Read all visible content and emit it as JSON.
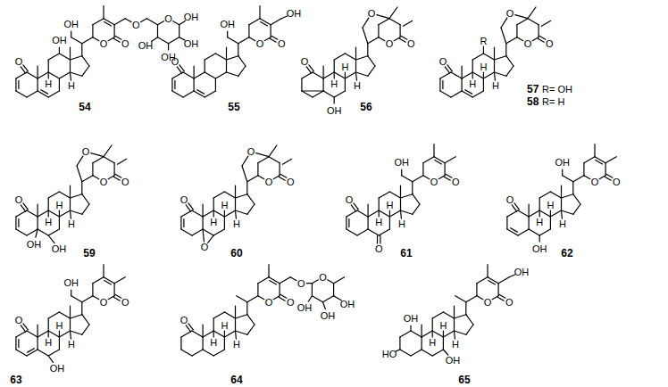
{
  "diagram": {
    "labels": [
      "O",
      "OH",
      "OH",
      "O",
      "O",
      "O",
      "O",
      "OH",
      "OH",
      "OH",
      "OH",
      "H",
      "H",
      "54",
      "O",
      "OH",
      "O",
      "O",
      "OH",
      "55",
      "O",
      "OH",
      "H",
      "H",
      "H",
      "O",
      "O",
      "O",
      "56",
      "O",
      "R",
      "H",
      "H",
      "H",
      "O",
      "O",
      "O",
      "57",
      "R= OH",
      "58",
      "R= H",
      "O",
      "OH",
      "OH",
      "H",
      "H",
      "H",
      "O",
      "O",
      "O",
      "59",
      "O",
      "O",
      "H",
      "H",
      "H",
      "O",
      "O",
      "O",
      "60",
      "O",
      "O",
      "H",
      "H",
      "H",
      "OH",
      "O",
      "O",
      "61",
      "O",
      "OH",
      "H",
      "H",
      "H",
      "OH",
      "O",
      "O",
      "62",
      "O",
      "OH",
      "H",
      "H",
      "H",
      "OH",
      "O",
      "O",
      "63",
      "O",
      "H",
      "H",
      "H",
      "O",
      "O",
      "O",
      "O",
      "OH",
      "OH",
      "OH",
      "64",
      "OH",
      "HO",
      "OH",
      "H",
      "H",
      "H",
      "O",
      "O",
      "OH",
      "65"
    ]
  }
}
